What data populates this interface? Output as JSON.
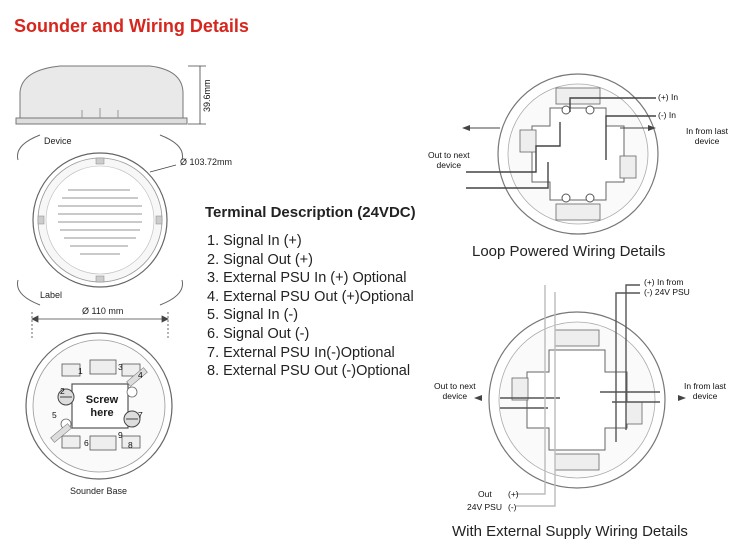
{
  "title": "Sounder and Wiring Details",
  "device": {
    "height_dim": "39.6mm",
    "device_label": "Device",
    "diameter_top": "Ø 103.72mm",
    "label_caption": "Label",
    "diameter_base": "Ø 110 mm",
    "screw_text_1": "Screw",
    "screw_text_2": "here",
    "base_caption": "Sounder Base",
    "base_numbers": [
      "1",
      "2",
      "3",
      "4",
      "5",
      "6",
      "7",
      "8",
      "9"
    ]
  },
  "terminal": {
    "heading": "Terminal Description (24VDC)",
    "items": [
      "1. Signal In (+)",
      "2. Signal Out (+)",
      "3. External PSU In (+) Optional",
      "4. External PSU Out (+)Optional",
      "5. Signal In (-)",
      "6. Signal Out (-)",
      "7. External PSU In(-)Optional",
      "8. External PSU Out (-)Optional"
    ]
  },
  "loop": {
    "out_line1": "Out to next",
    "out_line2": "device",
    "in_line1": "In from last",
    "in_line2": "device",
    "in_plus": "(+) In",
    "in_minus": "(-) In",
    "caption": "Loop Powered Wiring Details"
  },
  "external": {
    "psu_in_line1": "(+) In from",
    "psu_in_line2": "(-) 24V PSU",
    "out_line1": "Out to next",
    "out_line2": "device",
    "in_line1": "In from last",
    "in_line2": "device",
    "psu_out_line1": "Out",
    "psu_out_plus": "(+)",
    "psu_out_line2": "24V PSU",
    "psu_out_minus": "(-)",
    "caption": "With External Supply Wiring Details"
  }
}
